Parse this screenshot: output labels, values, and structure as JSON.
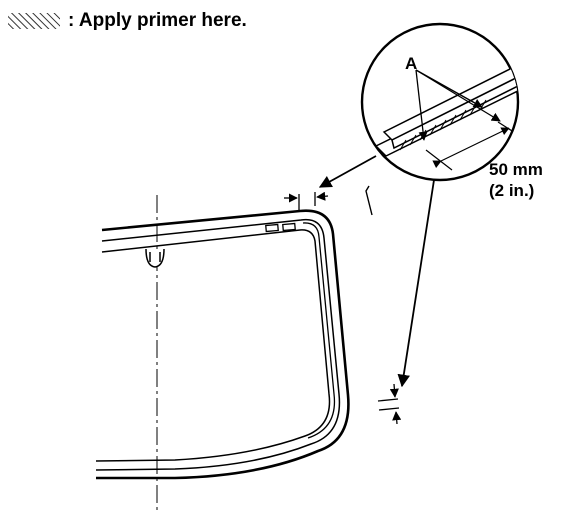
{
  "legend": {
    "swatch_icon": "diagonal-hatch-swatch",
    "text": ": Apply primer here."
  },
  "detail": {
    "label_a": "A",
    "dimension_value": "50 mm",
    "dimension_imperial": "(2 in.)"
  },
  "colors": {
    "ink": "#000000",
    "background": "#ffffff"
  }
}
